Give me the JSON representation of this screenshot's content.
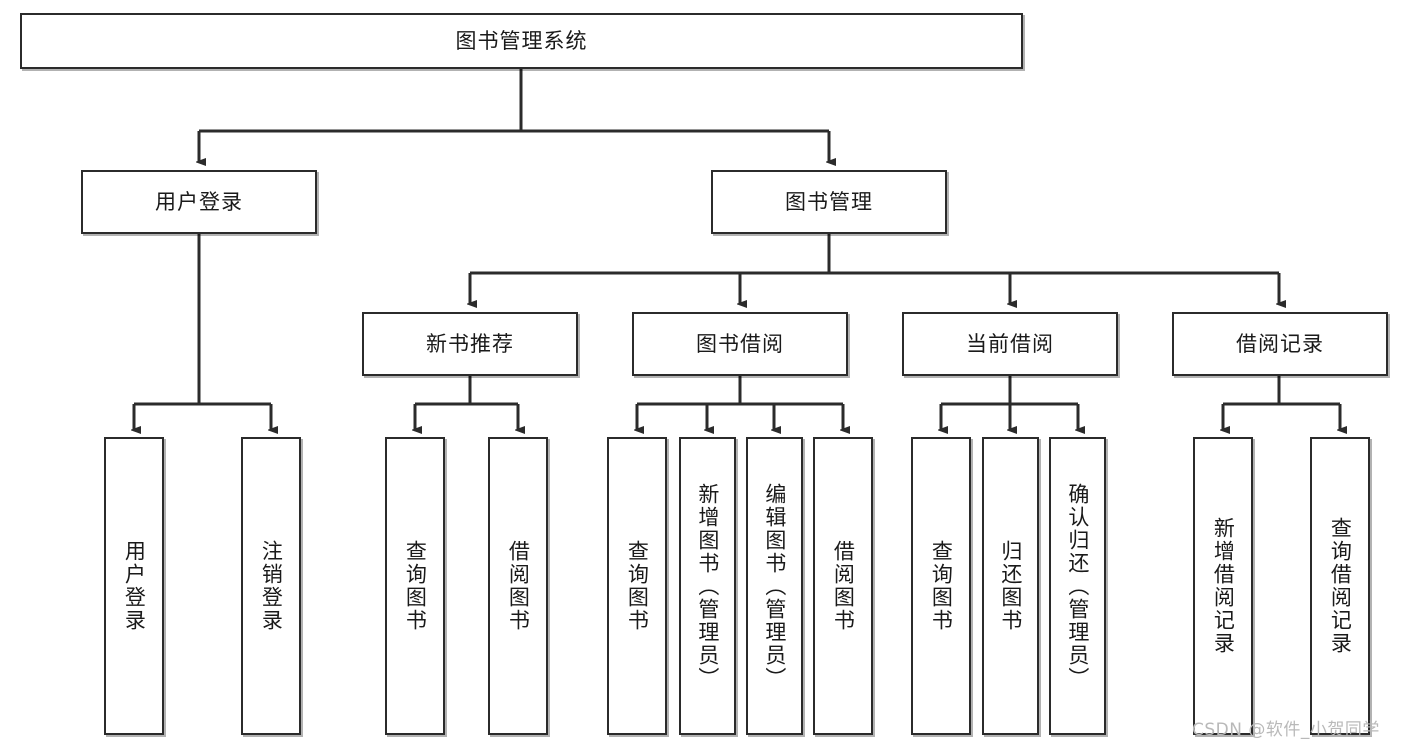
{
  "diagram": {
    "title_node": {
      "label": "图书管理系统"
    },
    "level2": [
      {
        "id": "user-login",
        "label": "用户登录"
      },
      {
        "id": "book-management",
        "label": "图书管理"
      }
    ],
    "level3": [
      {
        "id": "new-book-recommend",
        "label": "新书推荐"
      },
      {
        "id": "book-borrow",
        "label": "图书借阅"
      },
      {
        "id": "current-borrow",
        "label": "当前借阅"
      },
      {
        "id": "borrow-record",
        "label": "借阅记录"
      }
    ],
    "leaves": {
      "user-login": [
        {
          "id": "leaf-user-login",
          "label": "用户登录"
        },
        {
          "id": "leaf-logout-login",
          "label": "注销登录"
        }
      ],
      "new-book-recommend": [
        {
          "id": "leaf-query-book-1",
          "label": "查询图书"
        },
        {
          "id": "leaf-borrow-book-1",
          "label": "借阅图书"
        }
      ],
      "book-borrow": [
        {
          "id": "leaf-query-book-2",
          "label": "查询图书"
        },
        {
          "id": "leaf-add-book",
          "label": "新增图书（管理员）"
        },
        {
          "id": "leaf-edit-book",
          "label": "编辑图书（管理员）"
        },
        {
          "id": "leaf-borrow-book-2",
          "label": "借阅图书"
        }
      ],
      "current-borrow": [
        {
          "id": "leaf-query-book-3",
          "label": "查询图书"
        },
        {
          "id": "leaf-return-book",
          "label": "归还图书"
        },
        {
          "id": "leaf-confirm-return",
          "label": "确认归还（管理员）"
        }
      ],
      "borrow-record": [
        {
          "id": "leaf-add-record",
          "label": "新增借阅记录"
        },
        {
          "id": "leaf-query-record",
          "label": "查询借阅记录"
        }
      ]
    },
    "watermark": {
      "text": "CSDN @软件_小贺同学"
    },
    "colors": {
      "stroke": "#2b2b2b",
      "fill": "#ffffff",
      "text": "#1a1a1a",
      "watermark": "#b9b9b9"
    }
  }
}
